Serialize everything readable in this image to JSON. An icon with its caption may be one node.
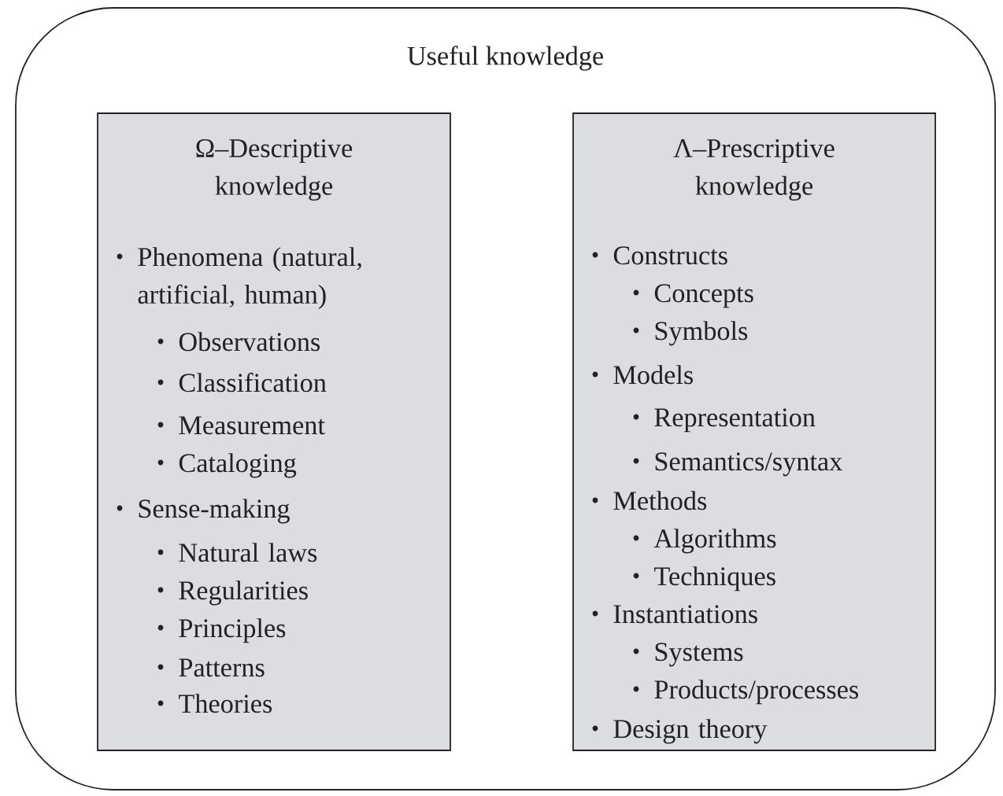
{
  "diagram": {
    "nodes": [
      {
        "text": [
          "Useful knowledge"
        ]
      },
      {
        "text": [
          "Ω–Descriptive knowledge",
          "Phenomena (natural, artificial, human)",
          "Observations",
          "Classification",
          "Measurement",
          "Cataloging",
          "Sense-making",
          "Natural laws",
          "Regularities",
          "Principles",
          "Patterns",
          "Theories"
        ],
        "in": 0
      },
      {
        "text": [
          "Λ–Prescriptive knowledge",
          "Constructs",
          "Concepts",
          "Symbols",
          "Models",
          "Representation",
          "Semantics/syntax",
          "Methods",
          "Algorithms",
          "Techniques",
          "Instantiations",
          "Systems",
          "Products/processes",
          "Design theory"
        ],
        "in": 0
      }
    ]
  }
}
